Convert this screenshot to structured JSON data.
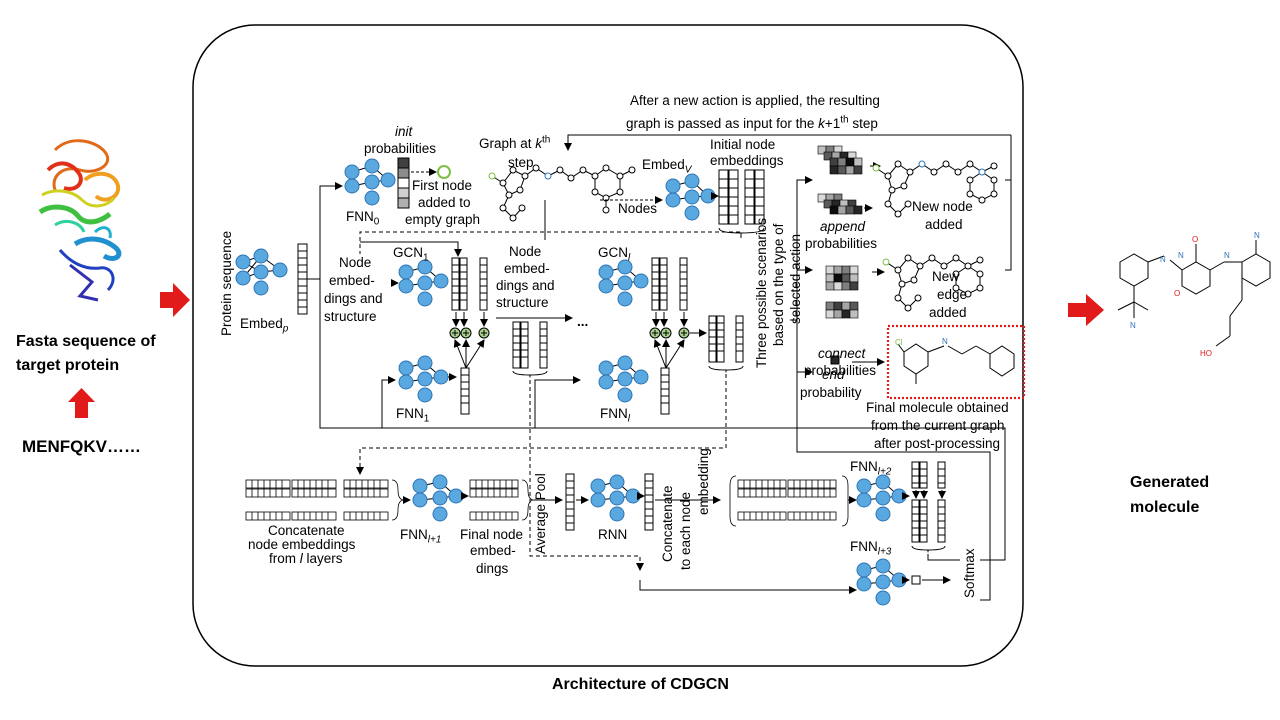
{
  "left": {
    "caption_line1": "Fasta sequence of",
    "caption_line2": "target protein",
    "sequence": "MENFQKV……"
  },
  "right": {
    "caption_line1": "Generated",
    "caption_line2": "molecule"
  },
  "architecture_title": "Architecture of CDGCN",
  "labels": {
    "protein_sequence": "Protein sequence",
    "embed_p": "Embed",
    "embed_p_sub": "p",
    "fnn0": "FNN",
    "fnn0_sub": "0",
    "fnn1": "FNN",
    "fnn1_sub": "1",
    "fnnl": "FNN",
    "fnnl_sub": "l",
    "gcn1": "GCN",
    "gcn1_sub": "1",
    "gcnl": "GCN",
    "gcnl_sub": "l",
    "init": "init",
    "probabilities": "probabilities",
    "first_node": [
      "First node",
      "added to",
      "empty graph"
    ],
    "graph_at": "Graph at ",
    "graph_k": "k",
    "graph_th": "th",
    "graph_step": "step",
    "top_note_line1": "After a new action is applied, the resulting",
    "top_note_line2a": "graph is passed as input for the ",
    "top_note_k": "k",
    "top_note_line2b": "+1",
    "top_note_th": "th",
    "top_note_line2c": " step",
    "embed_v": "Embed",
    "embed_v_sub": "V",
    "nodes": "Nodes",
    "initial_node_emb": [
      "Initial node",
      "embeddings"
    ],
    "node_emb_structure_left": [
      "Node",
      "embed-",
      "dings and",
      "structure"
    ],
    "node_emb_structure_mid": [
      "Node",
      "embed-",
      "dings and",
      "structure"
    ],
    "ellipsis": "...",
    "three_scenarios": [
      "Three possible scenarios",
      "based on the type of",
      "selected action"
    ],
    "append": "append",
    "connect": "connect",
    "end": "end",
    "probability": "probability",
    "new_node_added": [
      "New node",
      "added"
    ],
    "new_edge_added": [
      "New",
      "edge",
      "added"
    ],
    "final_molecule": [
      "Final molecule obtained",
      "from the current graph",
      "after post-processing"
    ],
    "concatenate_layers": [
      "Concatenate",
      "node embeddings",
      "from ",
      "l",
      " layers"
    ],
    "fnn_l1": "FNN",
    "fnn_l1_sub": "l+1",
    "final_node_emb": [
      "Final node",
      "embed-",
      "dings"
    ],
    "average_pool": "Average Pool",
    "rnn": "RNN",
    "concat_each_node": [
      "Concatenate",
      "to each node",
      "embedding"
    ],
    "fnn_l2": "FNN",
    "fnn_l2_sub": "l+2",
    "fnn_l3": "FNN",
    "fnn_l3_sub": "l+3",
    "softmax": "Softmax"
  },
  "colors": {
    "node_fill": "#5aa8e0",
    "node_stroke": "#2e75b6",
    "arrow_red": "#e11a1a",
    "box_dotted": "#e11a1a",
    "green_node": "#7ac143",
    "plus_fill": "#a9d18e",
    "gray_dark": "#404040",
    "gray_mid": "#8c8c8c",
    "gray_light": "#d0d0d0"
  }
}
